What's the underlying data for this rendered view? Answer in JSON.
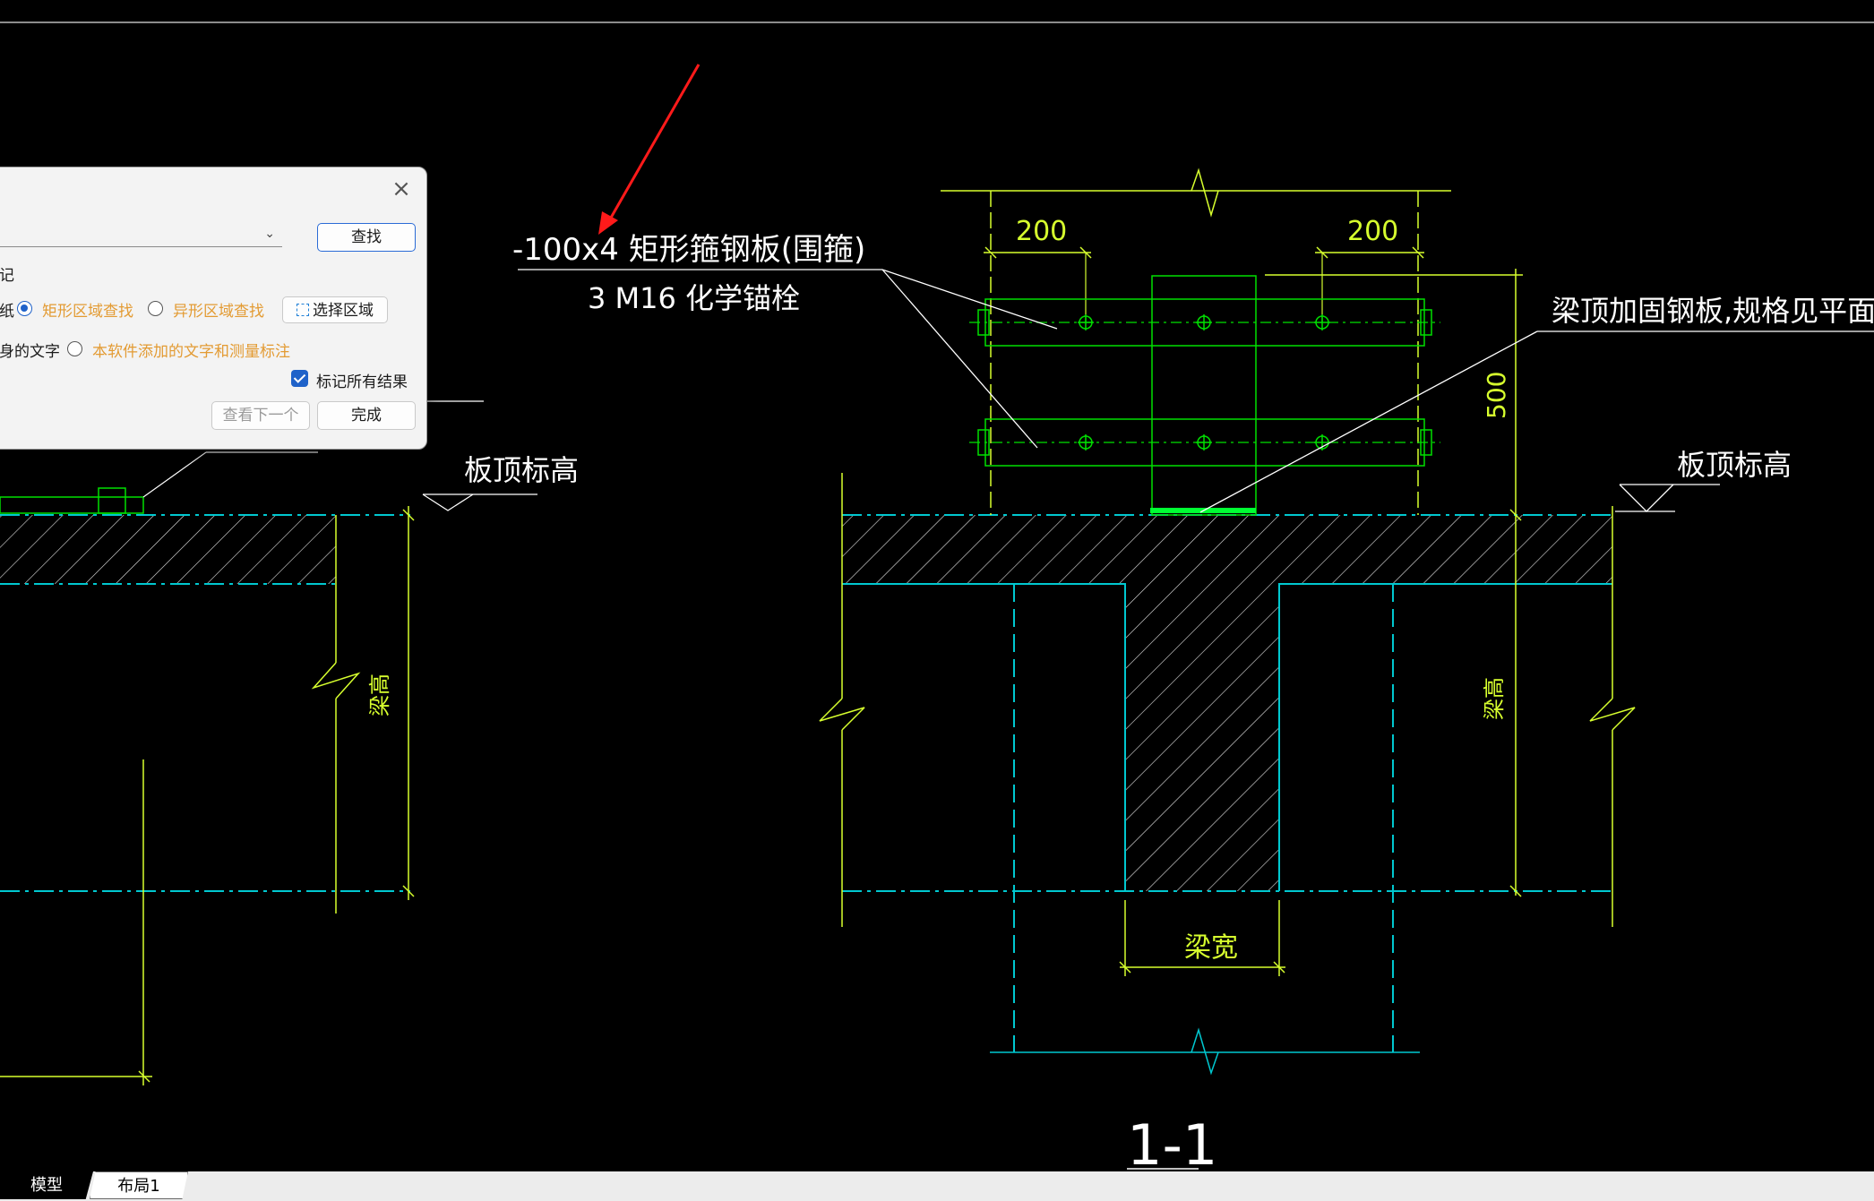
{
  "drawing": {
    "leader_note_line1": "-100x4  矩形箍钢板(围箍)",
    "leader_note_line2": "3 M16 化学锚栓",
    "beam_top_note": "梁顶加固钢板,规格见平面图",
    "slab_top_elev_left": "板顶标高",
    "slab_top_elev_right": "板顶标高",
    "dim_left": "200",
    "dim_right": "200",
    "dim_vertical": "500",
    "beam_height_left": "梁高",
    "beam_height_right": "梁高",
    "beam_width": "梁宽",
    "section_label": "1-1"
  },
  "dialog": {
    "close_glyph": "×",
    "find_button": "查找",
    "partial_label_top": "记",
    "partial_label_left": "纸",
    "radio_rect": "矩形区域查找",
    "radio_irregular": "异形区域查找",
    "select_area_button": "选择区域",
    "partial_label_text": "身的文字",
    "radio_software_text": "本软件添加的文字和测量标注",
    "checkbox_mark_all": "标记所有结果",
    "find_next_button": "查看下一个",
    "done_button": "完成",
    "combo_arrow": "⌄"
  },
  "tabs": {
    "model": "模型",
    "layout": "布局1"
  },
  "colors": {
    "background": "#000000",
    "green_line": "#00e000",
    "yellow_line": "#d7ff2e",
    "cyan_dash": "#00c8d0",
    "white_line": "#ffffff",
    "red_arrow": "#ff1a1a",
    "highlight_green": "#00ff33"
  }
}
